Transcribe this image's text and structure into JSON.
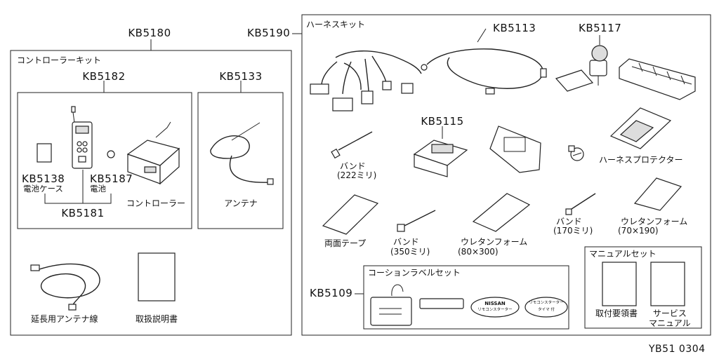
{
  "footer_code": "YB51 0304",
  "left_kit": {
    "code": "KB5180",
    "title": "コントローラーキット",
    "controller_group": {
      "code": "KB5182",
      "sub_code": "KB5181",
      "case": {
        "code": "KB5138",
        "name": "電池ケース"
      },
      "battery": {
        "code": "KB5187",
        "name": "電池"
      },
      "controller_name": "コントローラー"
    },
    "antenna": {
      "code": "KB5133",
      "name": "アンテナ"
    },
    "extension_wire": "延長用アンテナ線",
    "manual": "取扱説明書"
  },
  "right_kit": {
    "code": "KB5190",
    "harness_title": "ハーネスキット",
    "harness_code": "KB5113",
    "kb5117": "KB5117",
    "kb5115": "KB5115",
    "protector": "ハーネスプロテクター",
    "band_222": {
      "name": "バンド",
      "size": "(222ミリ)"
    },
    "band_350": {
      "name": "バンド",
      "size": "(350ミリ)"
    },
    "band_170": {
      "name": "バンド",
      "size": "(170ミリ)"
    },
    "double_tape": "両面テープ",
    "urethane_80": {
      "name": "ウレタンフォーム",
      "size": "(80×300)"
    },
    "urethane_70": {
      "name": "ウレタンフォーム",
      "size": "(70×190)"
    },
    "caution_set": {
      "code": "KB5109",
      "title": "コーションラベルセット",
      "label_nissan": "NISSAN",
      "label_nissan_sub": "リモコンスターター",
      "label_remote": "リモコンスターター",
      "label_remote_sub": "タイマ 付"
    },
    "manual_set": {
      "title": "マニュアルセット",
      "install": "取付要領書",
      "service": "サービス\nマニュアル"
    }
  }
}
